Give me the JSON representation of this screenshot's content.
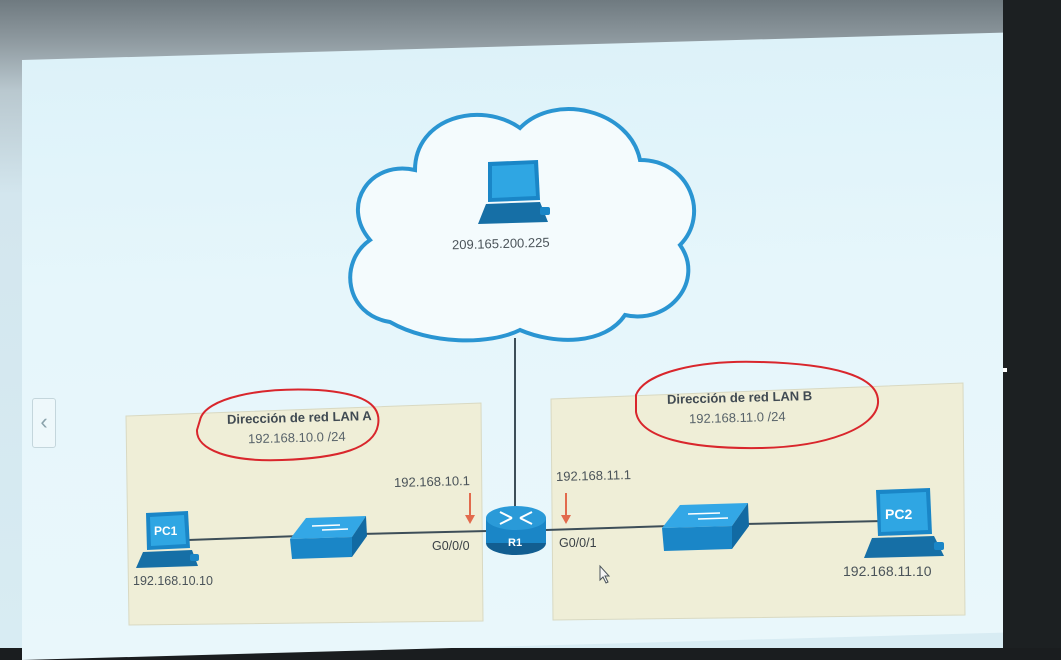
{
  "internet": {
    "host_ip": "209.165.200.225"
  },
  "lan_a": {
    "title": "Dirección de red LAN A",
    "network": "192.168.10.0 /24"
  },
  "lan_b": {
    "title": "Dirección de red LAN B",
    "network": "192.168.11.0 /24"
  },
  "router": {
    "name": "R1"
  },
  "interfaces": {
    "left": {
      "name": "G0/0/0",
      "ip": "192.168.10.1"
    },
    "right": {
      "name": "G0/0/1",
      "ip": "192.168.11.1"
    }
  },
  "pc1": {
    "name": "PC1",
    "ip": "192.168.10.10"
  },
  "pc2": {
    "name": "PC2",
    "ip": "192.168.11.10"
  },
  "nav": {
    "prev_glyph": "‹"
  },
  "colors": {
    "device_blue": "#1a86c7",
    "lan_box": "#efeed7",
    "annotation_red": "#d9262c",
    "arrow_orange": "#e26a4c"
  }
}
